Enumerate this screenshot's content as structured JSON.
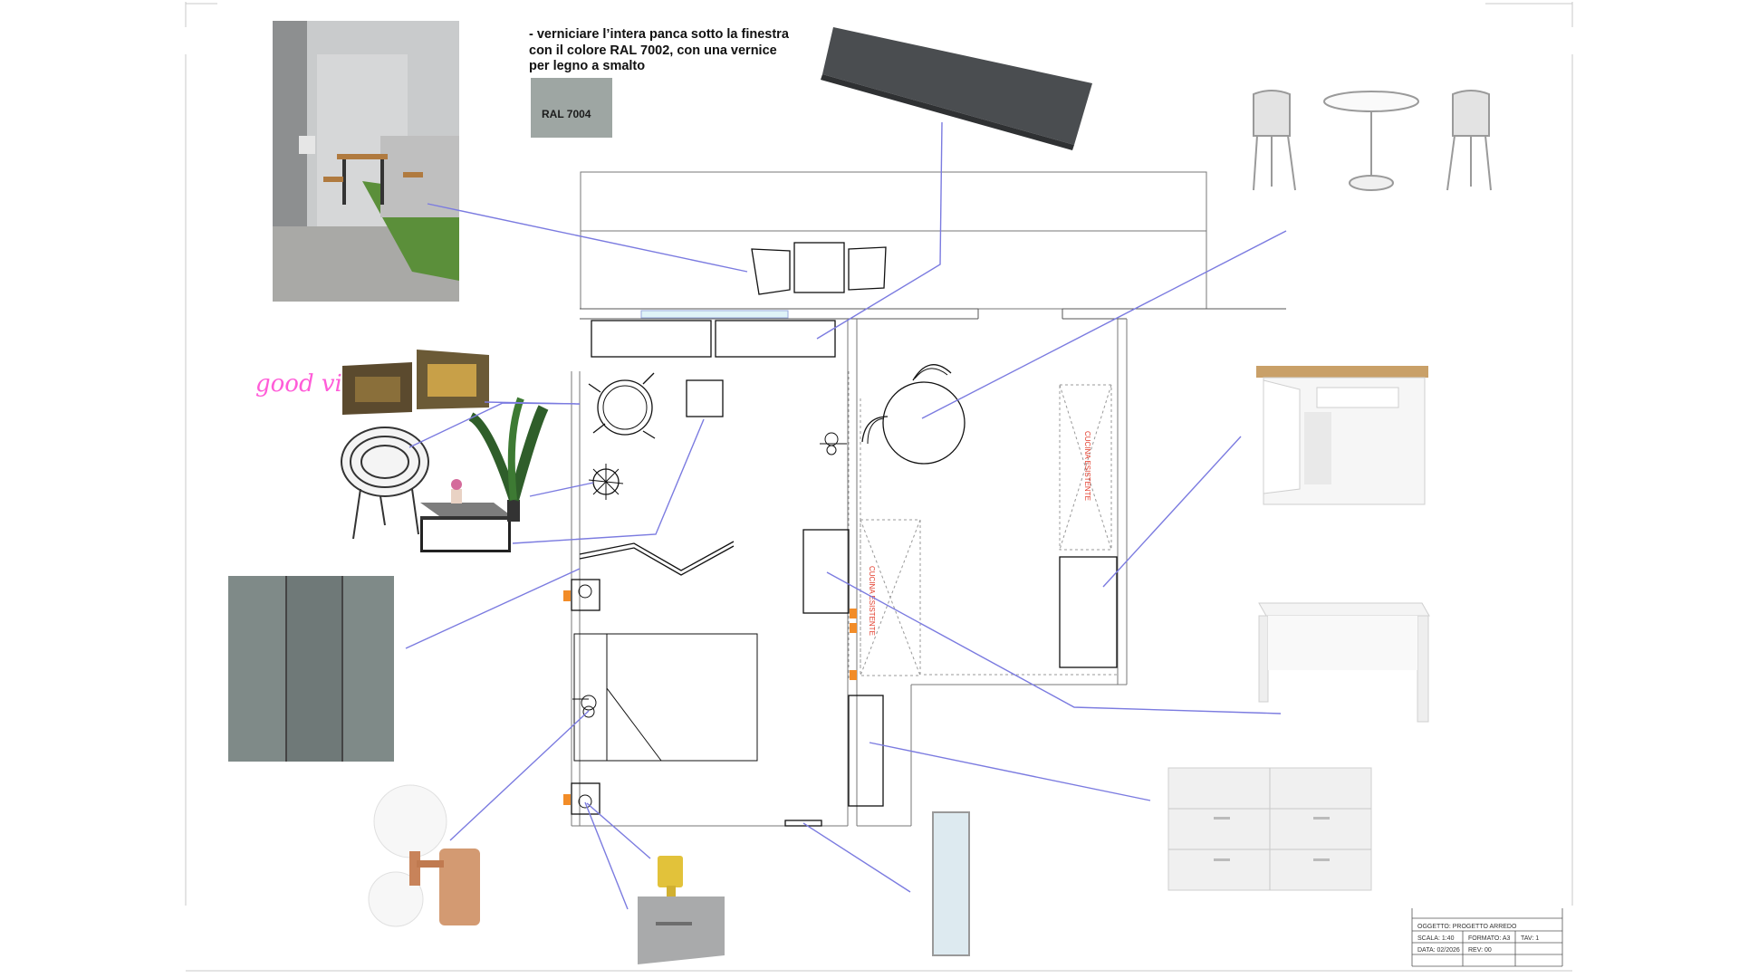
{
  "note": {
    "lines": [
      "- verniciare l’intera panca sotto la finestra",
      "con il colore RAL 7002, con una vernice",
      "per legno a smalto"
    ]
  },
  "swatch": {
    "label": "RAL 7004",
    "color": "#9ea6a3"
  },
  "neon_sign": {
    "text": "good vibes",
    "color": "#ff5cd8"
  },
  "plan_labels": {
    "kitchen_existing_a": "CUCINA ESISTENTE",
    "kitchen_existing_b": "CUCINA ESISTENTE"
  },
  "title_block": {
    "oggetto": "OGGETTO: PROGETTO ARREDO",
    "scala": "SCALA: 1:40",
    "formato": "FORMATO: A3",
    "tav": "TAV: 1",
    "data": "DATA: 02/2026",
    "rev": "REV: 00"
  },
  "colors": {
    "leader_line": "#7b7be0",
    "plan_line": "#111111",
    "socket_marker": "#f28c28",
    "kitchen_label": "#e23b2a",
    "bench_cushion": "#4a4d50",
    "divider_screen": "#7f8a88"
  }
}
